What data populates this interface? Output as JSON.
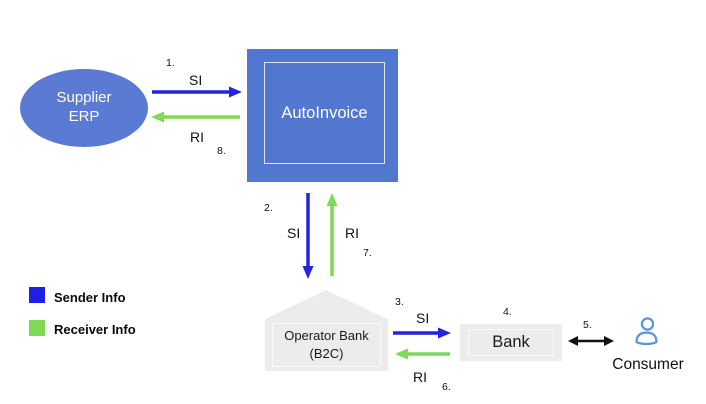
{
  "diagram": {
    "description": "Invoice information flow between Supplier ERP, AutoInvoice, Operator Bank (B2C), Bank and Consumer"
  },
  "nodes": {
    "supplier_erp": {
      "line1": "Supplier",
      "line2": "ERP"
    },
    "autoinvoice": {
      "label": "AutoInvoice"
    },
    "operator_bank": {
      "line1": "Operator Bank",
      "line2": "(B2C)"
    },
    "bank": {
      "label": "Bank"
    },
    "consumer": {
      "label": "Consumer"
    }
  },
  "flow_labels": {
    "step1": "1.",
    "si1": "SI",
    "step2": "2.",
    "si2": "SI",
    "step3": "3.",
    "si3": "SI",
    "step4": "4.",
    "step5": "5.",
    "step6": "6.",
    "ri6": "RI",
    "step7": "7.",
    "ri7": "RI",
    "step8": "8.",
    "ri8": "RI"
  },
  "legend": {
    "sender_label": "Sender Info",
    "receiver_label": "Receiver Info"
  },
  "colors": {
    "node_blue": "#5277d0",
    "ellipse_blue": "#5b7ad3",
    "sender_blue": "#2424e0",
    "legend_blue": "#1f1fe8",
    "receiver_green": "#7ed957",
    "building_gray": "#ececec",
    "consumer_icon_blue": "#5b93dd",
    "double_arrow_black": "#111111"
  }
}
